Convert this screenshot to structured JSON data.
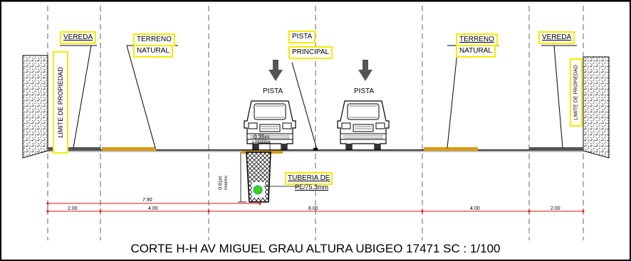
{
  "labels": {
    "vereda_left": "VEREDA",
    "vereda_right": "VEREDA",
    "terreno_left": "TERRENO",
    "natural_left": "NATURAL",
    "terreno_right": "TERRENO",
    "natural_right": "NATURAL",
    "pista": "PISTA",
    "principal": "PRINCIPAL",
    "pista_arrow_left": "PISTA",
    "pista_arrow_right": "PISTA",
    "limite_left": "LIMITE DE PROPIEDAD",
    "limite_right": "LIMITE DE PROPIEDAD",
    "tuberia_1": "TUBERIA DE",
    "tuberia_2": "PE/75.3mm",
    "cover_top": "0.35m",
    "cover_top_2": "mínimo",
    "depth": "0.61m",
    "depth_2": "mínimo"
  },
  "dimensions": {
    "total": "7.90",
    "vereda_left": "2.00",
    "terreno_left": "4.00",
    "pista": "8.00",
    "terreno_right": "4.00",
    "vereda_right": "2.00"
  },
  "caption": "CORTE H-H AV MIGUEL GRAU ALTURA UBIGEO 17471 SC : 1/100",
  "colors": {
    "highlight": "#f5ea00",
    "terreno": "#d89a10",
    "vereda": "#555555",
    "pipe": "#44cc22",
    "dimension": "#e01010"
  }
}
